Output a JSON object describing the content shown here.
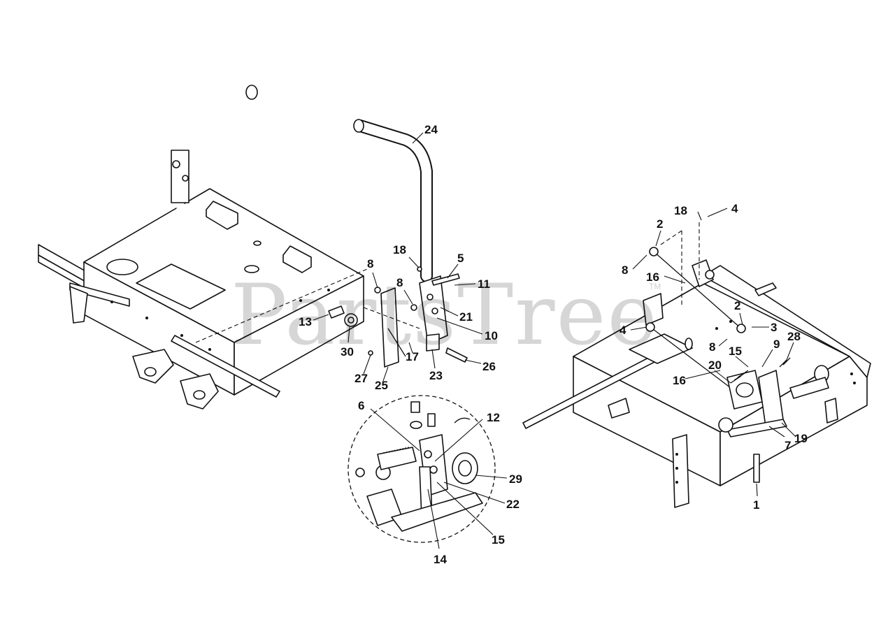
{
  "diagram": {
    "watermark": "PartsTree",
    "watermark_tm": "TM",
    "callouts": [
      {
        "label": "1"
      },
      {
        "label": "2"
      },
      {
        "label": "2"
      },
      {
        "label": "3"
      },
      {
        "label": "4"
      },
      {
        "label": "4"
      },
      {
        "label": "5"
      },
      {
        "label": "6"
      },
      {
        "label": "7"
      },
      {
        "label": "8"
      },
      {
        "label": "8"
      },
      {
        "label": "8"
      },
      {
        "label": "8"
      },
      {
        "label": "9"
      },
      {
        "label": "10"
      },
      {
        "label": "11"
      },
      {
        "label": "12"
      },
      {
        "label": "13"
      },
      {
        "label": "14"
      },
      {
        "label": "15"
      },
      {
        "label": "15"
      },
      {
        "label": "16"
      },
      {
        "label": "16"
      },
      {
        "label": "17"
      },
      {
        "label": "18"
      },
      {
        "label": "18"
      },
      {
        "label": "19"
      },
      {
        "label": "20"
      },
      {
        "label": "21"
      },
      {
        "label": "22"
      },
      {
        "label": "23"
      },
      {
        "label": "24"
      },
      {
        "label": "25"
      },
      {
        "label": "26"
      },
      {
        "label": "27"
      },
      {
        "label": "28"
      },
      {
        "label": "29"
      },
      {
        "label": "30"
      }
    ]
  }
}
